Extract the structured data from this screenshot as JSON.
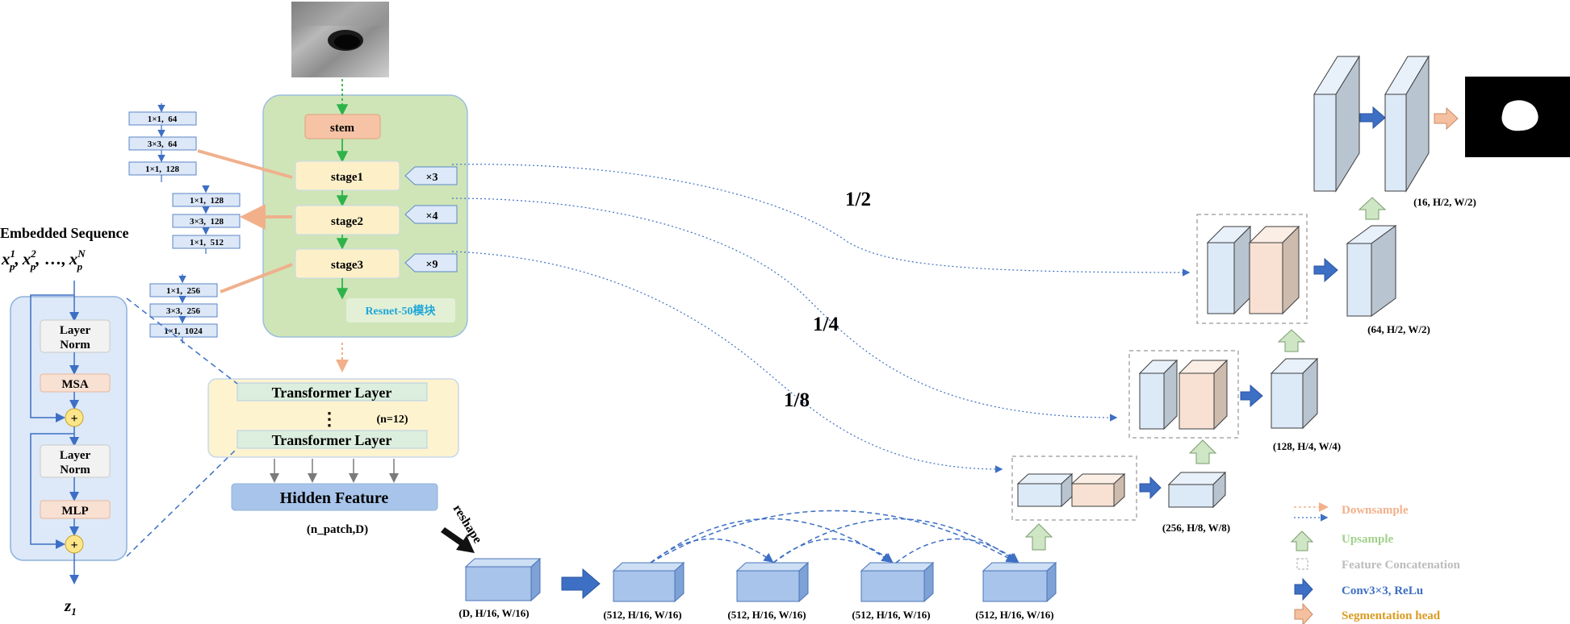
{
  "colors": {
    "resnet_bg": "#cfe5b8",
    "stem": "#f6c3a6",
    "stage": "#fdf0c8",
    "transformer_bg": "#fdf3cf",
    "transformer_layer": "#dceedd",
    "hidden": "#a8c4ea",
    "encoder_bg": "#dde9f8",
    "cube_front": "#dce9f7",
    "cube_blue": "#b8d0ec",
    "concat_cube": "#f8e1d3",
    "gray_panel": "#c9d2dc",
    "conv_arrow": "#3d6fc4",
    "seg_head": "#f4c09f",
    "upsample": "#cfe6c4",
    "downsample": "#f2c4a4",
    "skip_line": "#3d6fc4"
  },
  "resnet": {
    "stem": "stem",
    "stages": [
      "stage1",
      "stage2",
      "stage3"
    ],
    "repeats": [
      "×3",
      "×4",
      "×9"
    ],
    "label": "Resnet-50模块",
    "bottlenecks": [
      [
        "1×1,  64",
        "3×3,  64",
        "1×1,  128"
      ],
      [
        "1×1,  128",
        "3×3,  128",
        "1×1,  512"
      ],
      [
        "1×1,  256",
        "3×3,  256",
        "1×1,  1024"
      ]
    ]
  },
  "transformer": {
    "layer_top": "Transformer Layer",
    "layer_bottom": "Transformer Layer",
    "dots": "⋮",
    "count": "(n=12)"
  },
  "hidden": {
    "label": "Hidden Feature",
    "dims": "(n_patch,D)"
  },
  "encoder": {
    "title": "Embedded Sequence",
    "seq_x": "x",
    "seq_sub": "p",
    "sups": [
      "1",
      "2",
      "N"
    ],
    "comma": ",",
    "ellipsis": "…",
    "layer_norm_1a": "Layer",
    "layer_norm_1b": "Norm",
    "msa": "MSA",
    "plus": "+",
    "layer_norm_2a": "Layer",
    "layer_norm_2b": "Norm",
    "mlp": "MLP",
    "output": "z",
    "output_sub": "1"
  },
  "reshape": {
    "label": "reshape"
  },
  "bottom_blocks": [
    "(D, H/16, W/16)",
    "(512, H/16, W/16)",
    "(512, H/16, W/16)",
    "(512, H/16, W/16)",
    "(512, H/16, W/16)"
  ],
  "decoder": {
    "dims": [
      "(256, H/8, W/8)",
      "(128, H/4, W/4)",
      "(64, H/2, W/2)",
      "(16, H/2, W/2)"
    ],
    "scales": [
      "1/2",
      "1/4",
      "1/8"
    ]
  },
  "legend": {
    "downsample": "Downsample",
    "upsample": "Upsample",
    "concat": "Feature Concatenation",
    "conv": "Conv3×3, ReLu",
    "seg": "Segmentation head"
  }
}
